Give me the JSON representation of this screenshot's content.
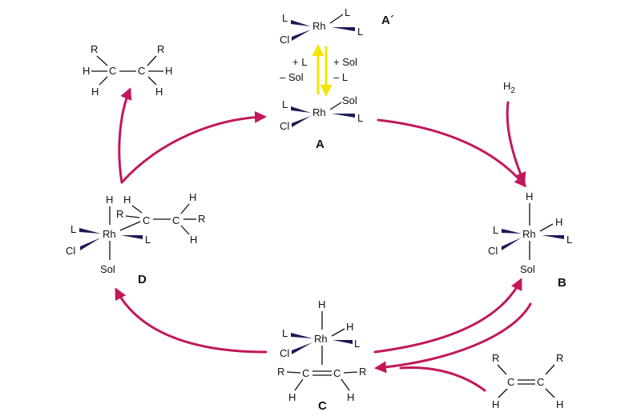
{
  "colors": {
    "cycle_arrow": "#c2185b",
    "equilibrium_arrow": "#f2e600",
    "wedge": "#1b1b55"
  },
  "species": {
    "A_prime": {
      "label": "A´",
      "metal": "Rh",
      "ligands": [
        "L",
        "L",
        "L",
        "Cl"
      ]
    },
    "A": {
      "label": "A",
      "metal": "Rh",
      "ligands": [
        "L",
        "Sol",
        "L",
        "Cl"
      ]
    },
    "B": {
      "label": "B",
      "metal": "Rh",
      "ligands": [
        "H",
        "H",
        "L",
        "L",
        "Cl",
        "Sol"
      ]
    },
    "C": {
      "label": "C",
      "metal": "Rh",
      "ligands": [
        "H",
        "H",
        "L",
        "L",
        "Cl"
      ],
      "alkene": {
        "R_left": "R",
        "C_left": "C",
        "equals": "=",
        "C_right": "C",
        "R_right": "R",
        "H_left": "H",
        "H_right": "H"
      }
    },
    "D": {
      "label": "D",
      "metal": "Rh",
      "ligands": [
        "H",
        "L",
        "L",
        "Cl",
        "Sol"
      ],
      "alkyl": {
        "H1": "H",
        "H2": "H",
        "R_left": "R",
        "C1": "C",
        "C2": "C",
        "R_right": "R",
        "H3": "H"
      }
    }
  },
  "equilibrium": {
    "left_top": "+ L",
    "left_bottom": "– Sol",
    "right_top": "+ Sol",
    "right_bottom": "– L"
  },
  "reagents": {
    "h2": {
      "H": "H",
      "sub": "2"
    },
    "alkene": {
      "R_left": "R",
      "C_left": "C",
      "equals": "=",
      "C_right": "C",
      "R_right": "R",
      "H_left": "H",
      "H_right": "H"
    }
  },
  "product": {
    "R_left": "R",
    "R_right": "R",
    "H_left": "H",
    "C_left": "C",
    "C_right": "C",
    "H_right": "H",
    "H_left_bottom": "H",
    "H_right_bottom": "H"
  }
}
